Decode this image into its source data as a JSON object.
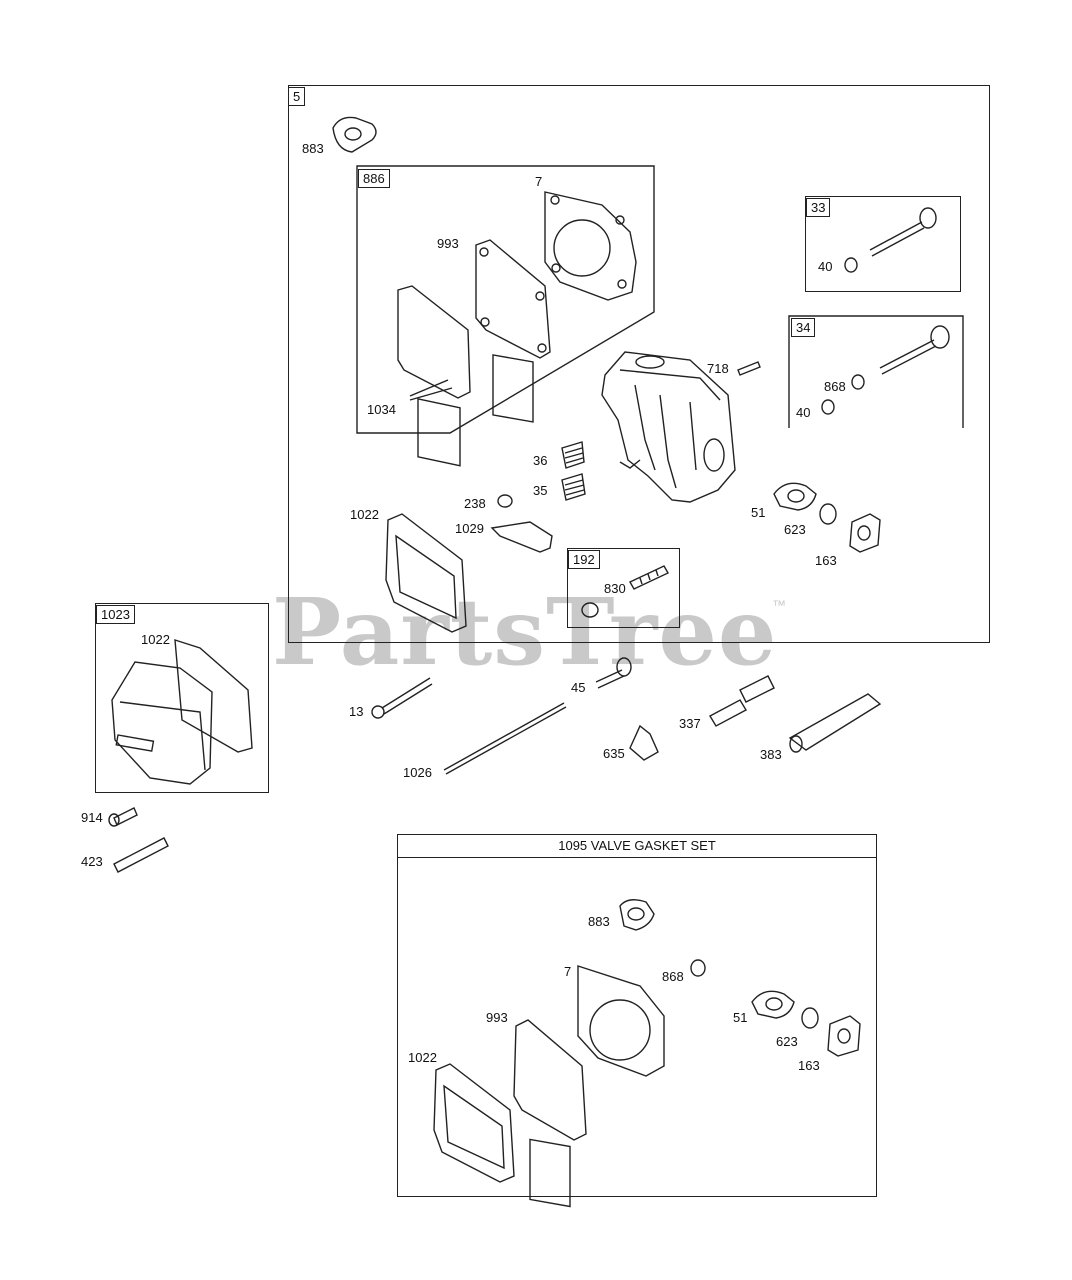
{
  "watermark": {
    "text": "PartsTree",
    "tm": "™"
  },
  "assemblies": {
    "head_assembly": "5",
    "gasket_set_886": "886",
    "valve_33": "33",
    "valve_34": "34",
    "assembly_192": "192",
    "cover_assembly": "1023",
    "valve_gasket_set_title": "1095 VALVE GASKET SET"
  },
  "labels": {
    "p883": "883",
    "p7": "7",
    "p993": "993",
    "p1034": "1034",
    "p40a": "40",
    "p868": "868",
    "p40b": "40",
    "p718": "718",
    "p36": "36",
    "p35": "35",
    "p238": "238",
    "p1022": "1022",
    "p1029": "1029",
    "p830": "830",
    "p51": "51",
    "p623": "623",
    "p163": "163",
    "p1022c": "1022",
    "p13": "13",
    "p45": "45",
    "p337": "337",
    "p635": "635",
    "p383": "383",
    "p1026": "1026",
    "p914": "914",
    "p423": "423",
    "s883": "883",
    "s7": "7",
    "s868": "868",
    "s993": "993",
    "s51": "51",
    "s623": "623",
    "s163": "163",
    "s1022": "1022"
  }
}
